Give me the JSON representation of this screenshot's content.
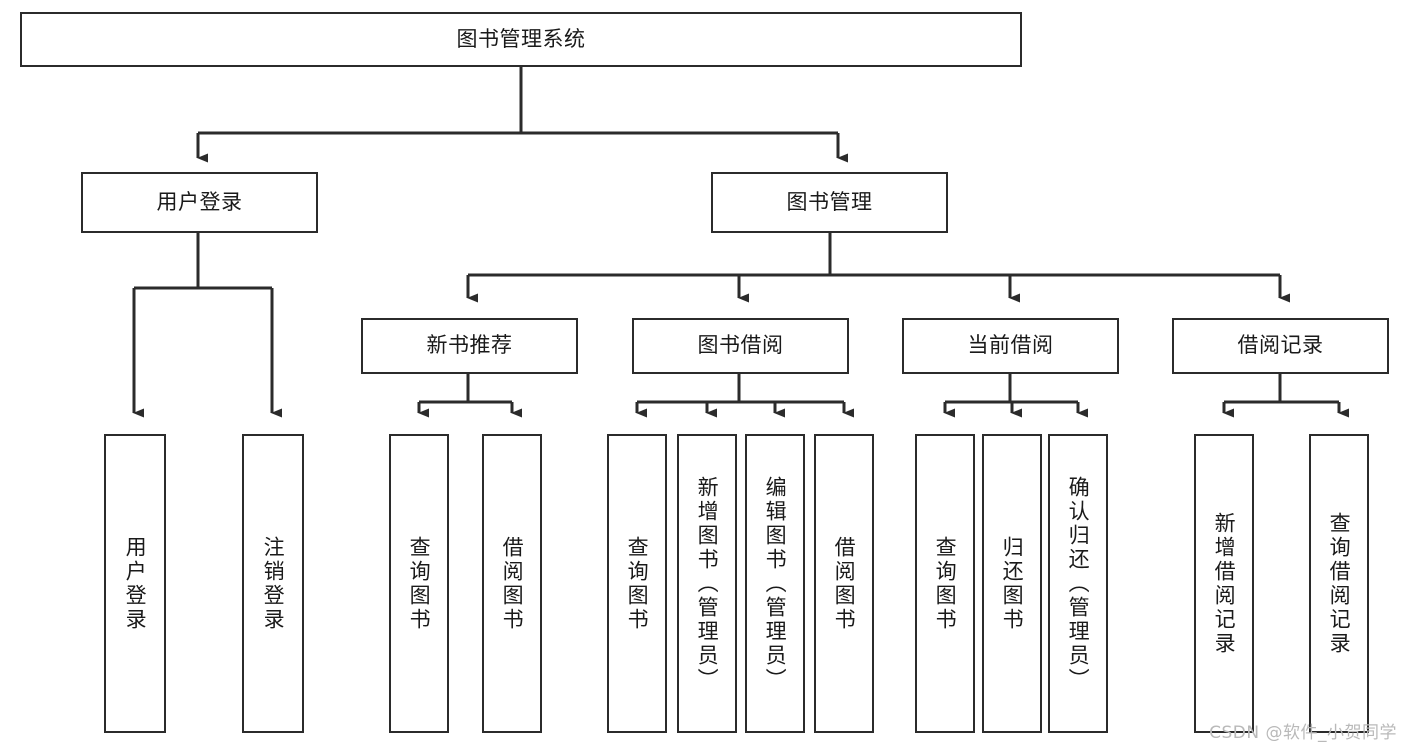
{
  "diagram": {
    "title": "图书管理系统",
    "watermark": "CSDN @软件_小贺同学",
    "stroke_color": "#2b2b2b",
    "fill_color": "#ffffff",
    "background": "#ffffff",
    "nodes": {
      "root": {
        "label": "图书管理系统",
        "level": 0
      },
      "l1_0": {
        "label": "用户登录",
        "level": 1
      },
      "l1_1": {
        "label": "图书管理",
        "level": 1
      },
      "l2_0": {
        "label": "新书推荐",
        "level": 2
      },
      "l2_1": {
        "label": "图书借阅",
        "level": 2
      },
      "l2_2": {
        "label": "当前借阅",
        "level": 2
      },
      "l2_3": {
        "label": "借阅记录",
        "level": 2
      },
      "leaf_0": {
        "label": "用户登录",
        "level": 3,
        "parent": "用户登录"
      },
      "leaf_1": {
        "label": "注销登录",
        "level": 3,
        "parent": "用户登录"
      },
      "leaf_2": {
        "label": "查询图书",
        "level": 3,
        "parent": "新书推荐"
      },
      "leaf_3": {
        "label": "借阅图书",
        "level": 3,
        "parent": "新书推荐"
      },
      "leaf_4": {
        "label": "查询图书",
        "level": 3,
        "parent": "图书借阅"
      },
      "leaf_5": {
        "label": "新增图书（管理员）",
        "level": 3,
        "parent": "图书借阅"
      },
      "leaf_6": {
        "label": "编辑图书（管理员）",
        "level": 3,
        "parent": "图书借阅"
      },
      "leaf_7": {
        "label": "借阅图书",
        "level": 3,
        "parent": "图书借阅"
      },
      "leaf_8": {
        "label": "查询图书",
        "level": 3,
        "parent": "当前借阅"
      },
      "leaf_9": {
        "label": "归还图书",
        "level": 3,
        "parent": "当前借阅"
      },
      "leaf_10": {
        "label": "确认归还（管理员）",
        "level": 3,
        "parent": "当前借阅"
      },
      "leaf_11": {
        "label": "新增借阅记录",
        "level": 3,
        "parent": "借阅记录"
      },
      "leaf_12": {
        "label": "查询借阅记录",
        "level": 3,
        "parent": "借阅记录"
      }
    }
  }
}
